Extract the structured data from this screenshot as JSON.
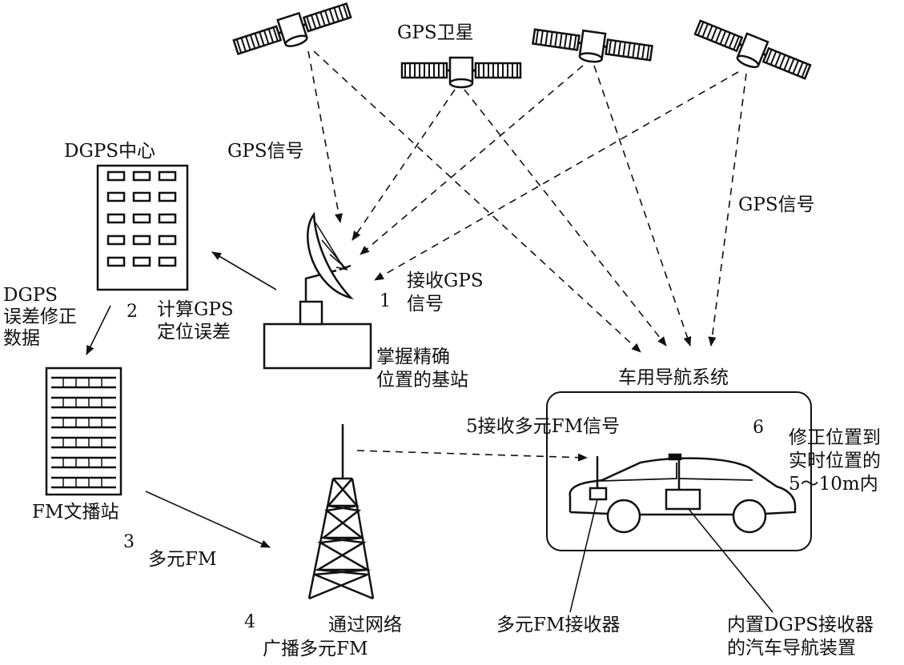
{
  "labels": {
    "gps_satellite": "GPS卫星",
    "gps_signal_left": "GPS信号",
    "gps_signal_right": "GPS信号",
    "dgps_center": "DGPS中心",
    "dgps_correction_1": "DGPS",
    "dgps_correction_2": "误差修正",
    "dgps_correction_3": "数据",
    "step2_num": "2",
    "step2_text_1": "计算GPS",
    "step2_text_2": "定位误差",
    "step1_num": "1",
    "step1_text_1": "接收GPS",
    "step1_text_2": "信号",
    "base_station_1": "掌握精确",
    "base_station_2": "位置的基站",
    "fm_station": "FM文播站",
    "step3_num": "3",
    "step3_text": "多元FM",
    "step4_num": "4",
    "step4_text_1": "通过网络",
    "step4_text_2": "广播多元FM",
    "nav_system": "车用导航系统",
    "step5_text": "5接收多元FM信号",
    "step6_num": "6",
    "step6_text_1": "修正位置到",
    "step6_text_2": "实时位置的",
    "step6_text_3": "5～10m内",
    "fm_receiver": "多元FM接收器",
    "nav_device_1": "内置DGPS接收器",
    "nav_device_2": "的汽车导航装置"
  },
  "colors": {
    "ink": "#111111",
    "background": "#ffffff"
  }
}
